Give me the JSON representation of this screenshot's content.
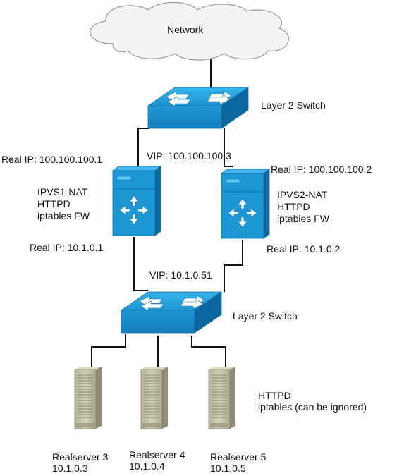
{
  "network": {
    "label": "Network"
  },
  "switch_top": {
    "label": "Layer 2 Switch"
  },
  "switch_bottom": {
    "label": "Layer 2 Switch"
  },
  "vip_public": "VIP: 100.100.100.3",
  "vip_private": "VIP: 10.1.0.51",
  "ipvs1": {
    "real_ip_public": "Real IP: 100.100.100.1",
    "real_ip_private": "Real IP: 10.1.0.1",
    "roles": [
      "IPVS1-NAT",
      "HTTPD",
      "iptables FW"
    ]
  },
  "ipvs2": {
    "real_ip_public": "Real IP: 100.100.100.2",
    "real_ip_private": "Real IP: 10.1.0.2",
    "roles": [
      "IPVS2-NAT",
      "HTTPD",
      "iptables FW"
    ]
  },
  "realserver_services": [
    "HTTPD",
    "iptables (can be ignored)"
  ],
  "realservers": [
    {
      "name": "Realserver 3",
      "ip": "10.1.0.3"
    },
    {
      "name": "Realserver 4",
      "ip": "10.1.0.4"
    },
    {
      "name": "Realserver 5",
      "ip": "10.1.0.5"
    }
  ],
  "colors": {
    "device_blue": "#1E9BD7",
    "device_blue_dark": "#0E6FA8",
    "server_tan": "#C8C6AA",
    "cloud_fill": "#F4F4F4"
  }
}
